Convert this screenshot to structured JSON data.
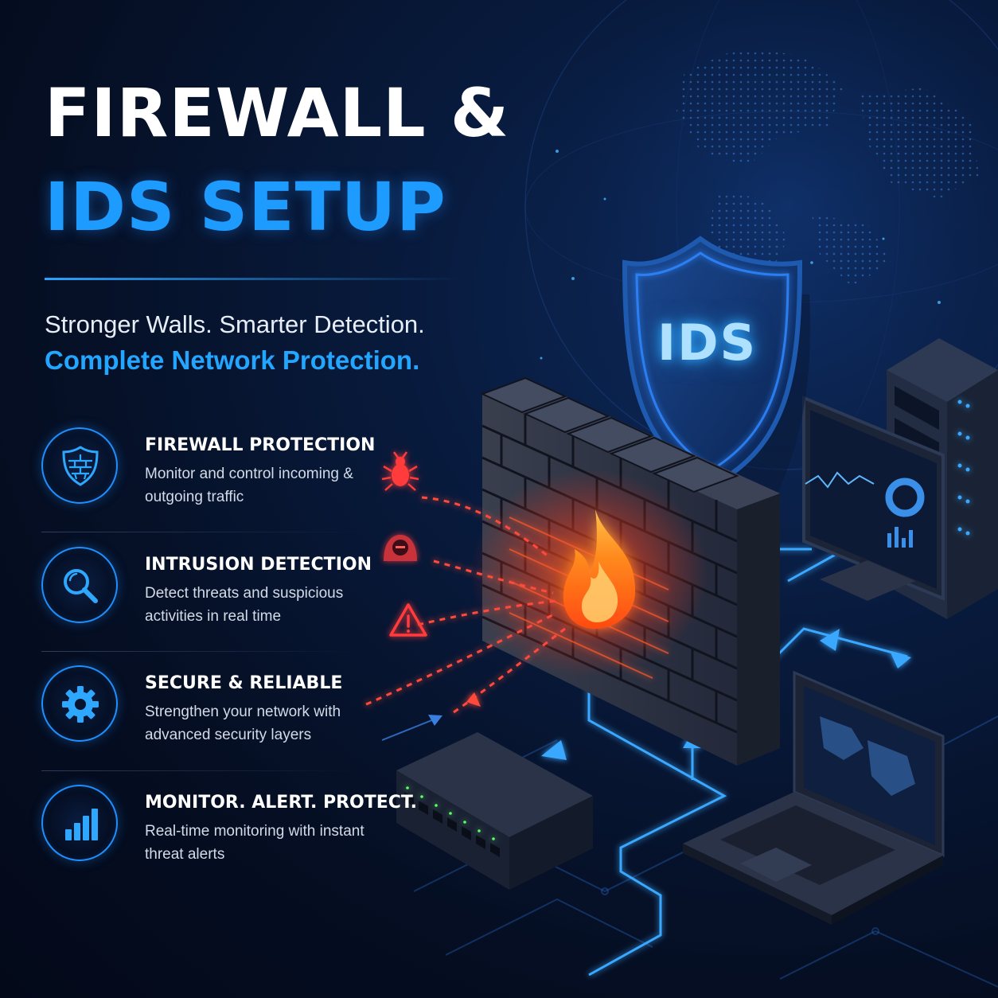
{
  "header": {
    "title_line1": "FIREWALL &",
    "title_line2": "IDS SETUP",
    "subtitle_line1": "Stronger Walls. Smarter Detection.",
    "subtitle_line2": "Complete Network Protection."
  },
  "features": [
    {
      "title": "FIREWALL PROTECTION",
      "desc": "Monitor and control incoming & outgoing traffic",
      "icon": "shield-brick-icon"
    },
    {
      "title": "INTRUSION DETECTION",
      "desc": "Detect threats and suspicious activities in real time",
      "icon": "magnifier-icon"
    },
    {
      "title": "SECURE & RELIABLE",
      "desc": "Strengthen your network with advanced security layers",
      "icon": "gear-icon"
    },
    {
      "title": "MONITOR. ALERT. PROTECT.",
      "desc": "Real-time monitoring with instant threat alerts",
      "icon": "bar-chart-icon"
    }
  ],
  "illustration": {
    "shield_label": "IDS",
    "threat_icons": [
      "bug-icon",
      "hacker-icon",
      "warning-icon"
    ]
  },
  "colors": {
    "accent_blue": "#1e9bff",
    "threat_red": "#ff4a3a",
    "flame_orange": "#ff8a1e",
    "background": "#050e22"
  }
}
